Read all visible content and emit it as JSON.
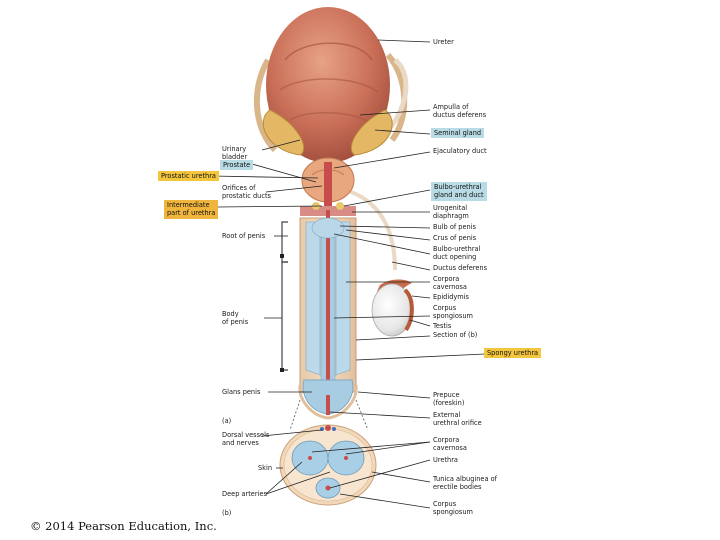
{
  "labels": {
    "ureter": "Ureter",
    "ampulla": "Ampulla of\nductus deferens",
    "seminal_gland": "Seminal gland",
    "urinary_bladder": "Urinary\nbladder",
    "ejaculatory_duct": "Ejaculatory duct",
    "prostate": "Prostate",
    "prostatic_urethra": "Prostatic urethra",
    "orifices": "Orifices of\nprostatic ducts",
    "bulbo_gland": "Bulbo-urethral\ngland and duct",
    "intermediate_urethra": "Intermediate\npart of urethra",
    "urogenital_diaphragm": "Urogenital\ndiaphragm",
    "bulb_of_penis": "Bulb of penis",
    "root_of_penis": "Root of penis",
    "crus_of_penis": "Crus of penis",
    "bulbo_opening": "Bulbo-urethral\nduct opening",
    "ductus_deferens": "Ductus deferens",
    "corpora_cavernosa_a": "Corpora\ncavernosa",
    "epididymis": "Epididymis",
    "body_of_penis": "Body\nof penis",
    "corpus_spongiosum_a": "Corpus\nspongiosum",
    "testis": "Testis",
    "section_of_b": "Section of (b)",
    "spongy_urethra": "Spongy urethra",
    "glans_penis": "Glans penis",
    "prepuce": "Prepuce\n(foreskin)",
    "part_a": "(a)",
    "external_orifice": "External\nurethral orifice",
    "dorsal_vessels": "Dorsal vessels\nand nerves",
    "corpora_cavernosa_b": "Corpora\ncavernosa",
    "urethra": "Urethra",
    "skin": "Skin",
    "tunica": "Tunica albuginea of\nerectile bodies",
    "deep_arteries": "Deep arteries",
    "corpus_spongiosum_b": "Corpus\nspongiosum",
    "part_b": "(b)"
  },
  "copyright": "© 2014 Pearson Education, Inc.",
  "colors": {
    "label_box_blue": "#b9dbe6",
    "label_box_yellow": "#f3c63d",
    "label_box_orange": "#f0b53c",
    "bladder": "#c96e57",
    "erectile_tissue": "#b9d7e8",
    "leader_line": "#222222"
  }
}
